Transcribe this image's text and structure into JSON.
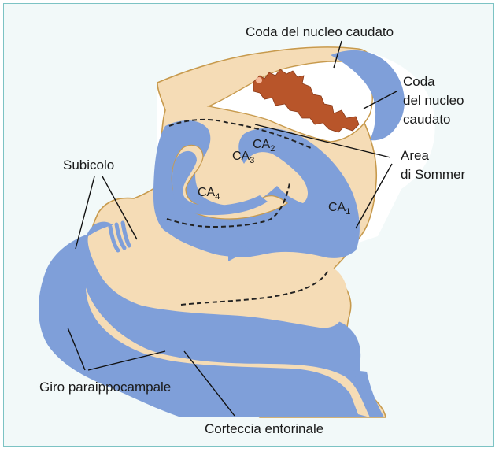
{
  "labels": {
    "coda_top": "Coda del nucleo caudato",
    "coda_right_1": "Coda",
    "coda_right_2": "del nucleo",
    "coda_right_3": "caudato",
    "area_1": "Area",
    "area_2": "di Sommer",
    "subicolo": "Subicolo",
    "giro": "Giro paraippocampale",
    "corteccia": "Corteccia entorinale",
    "ca_prefix": "CA",
    "ca1_sub": "1",
    "ca2_sub": "2",
    "ca3_sub": "3",
    "ca4_sub": "4"
  },
  "colors": {
    "frame_border": "#7cc3c4",
    "frame_bg": "#f2f9f9",
    "blue_matter": "#7f9fd9",
    "beige_matter": "#f5dcb6",
    "outline": "#c79a4d",
    "caudate_red": "#b8552a",
    "leader_line": "#111111"
  }
}
